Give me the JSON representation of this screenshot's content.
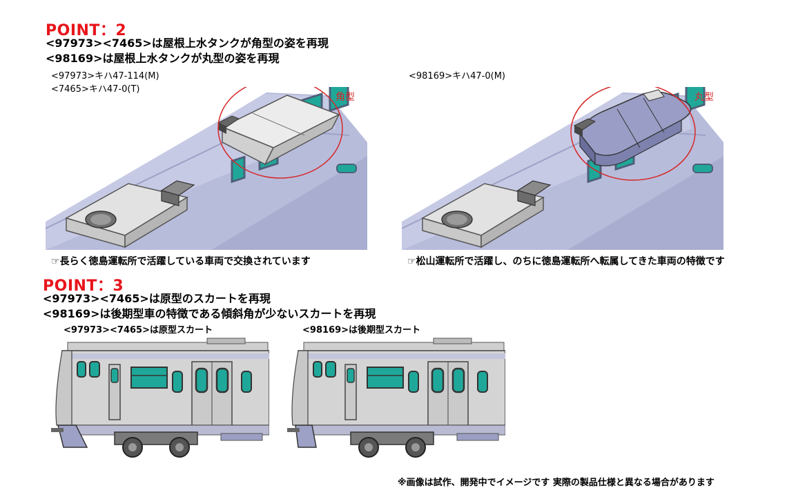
{
  "point2": {
    "title": "POINT：2",
    "line1": "<97973><7465>は屋根上水タンクが角型の姿を再現",
    "line2": "<98169>は屋根上水タンクが丸型の姿を再現",
    "left_caption_1": "<97973>キハ47-114(M)",
    "left_caption_2": "<7465>キハ47-0(T)",
    "right_caption": "<98169>キハ47-0(M)",
    "left_shape_label": "角型",
    "right_shape_label": "丸型",
    "left_note": "☞長らく徳島運転所で活躍している車両で交換されています",
    "right_note": "☞松山運転所で活躍し、のちに徳島運転所へ転属してきた車両の特徴です"
  },
  "point3": {
    "title": "POINT：3",
    "line1": "<97973><7465>は原型のスカートを再現",
    "line2": "<98169>は後期型車の特徴である傾斜角が少ないスカートを再現",
    "left_caption": "<97973><7465>は原型スカート",
    "right_caption": "<98169>は後期型スカート"
  },
  "footer": {
    "disclaimer": "※画像は試作、開発中でイメージです 実際の製品仕様と異なる場合があります"
  },
  "colors": {
    "point_red": "#e8151b",
    "circle_red": "#d62828",
    "roof_lavender": "#b9bddc",
    "window_teal": "#1fa89a"
  }
}
